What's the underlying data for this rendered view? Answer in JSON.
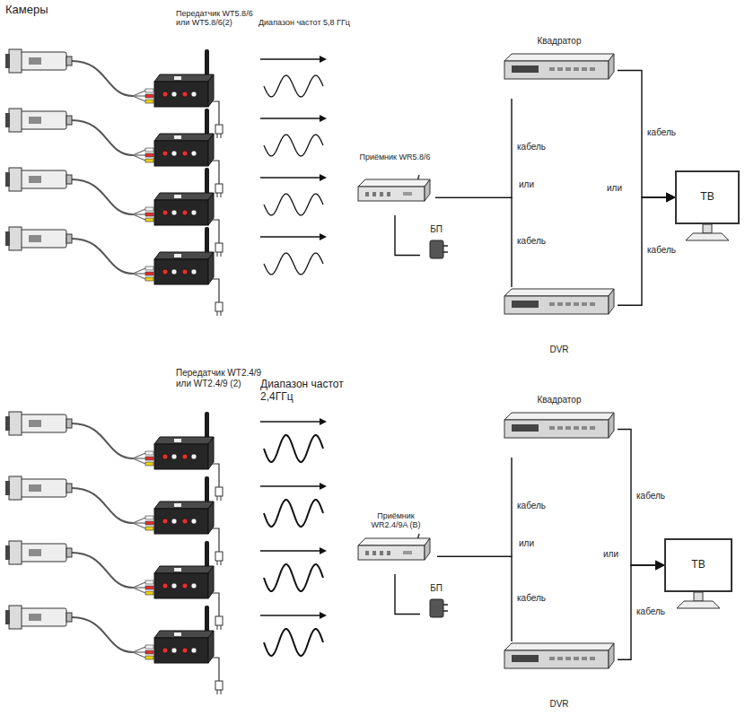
{
  "diagram": {
    "nodes": [
      {
        "text": [
          "Приёмник WR5.8/6"
        ]
      },
      {
        "text": [
          "БП"
        ]
      },
      {
        "text": [
          "Квадратор"
        ]
      },
      {
        "text": [
          "DVR"
        ]
      },
      {
        "text": [
          "ТВ"
        ]
      },
      {
        "text": [
          "Приёмник WR2.4/9A (B)"
        ]
      },
      {
        "text": [
          "БП"
        ]
      },
      {
        "text": [
          "Квадратор"
        ]
      },
      {
        "text": [
          "DVR"
        ]
      },
      {
        "text": [
          "ТВ"
        ]
      }
    ],
    "edges": [
      {
        "from": 1,
        "to": 0,
        "arrow": "none"
      },
      {
        "from": 0,
        "to": 2,
        "label": "кабель",
        "arrow": "none"
      },
      {
        "from": 0,
        "to": 3,
        "label": "кабель",
        "arrow": "none"
      },
      {
        "from": 2,
        "to": 4,
        "label": "кабель",
        "arrow": "to"
      },
      {
        "from": 3,
        "to": 4,
        "label": "кабель",
        "arrow": "to"
      },
      {
        "from": 6,
        "to": 5,
        "arrow": "none"
      },
      {
        "from": 5,
        "to": 7,
        "label": "кабель",
        "arrow": "none"
      },
      {
        "from": 5,
        "to": 8,
        "label": "кабель",
        "arrow": "none"
      },
      {
        "from": 7,
        "to": 9,
        "label": "кабель",
        "arrow": "to"
      },
      {
        "from": 8,
        "to": 9,
        "label": "кабель",
        "arrow": "to"
      }
    ],
    "labels": [
      "Камеры",
      "Передатчик WT5.8/6 или WT5.8/6(2)",
      "Диапазон частот 5,8 ГГц",
      "или",
      "или",
      "Передатчик WT2.4/9 или WT2.4/9 (2)",
      "Диапазон частот 2,4ГГц",
      "или",
      "или"
    ]
  }
}
